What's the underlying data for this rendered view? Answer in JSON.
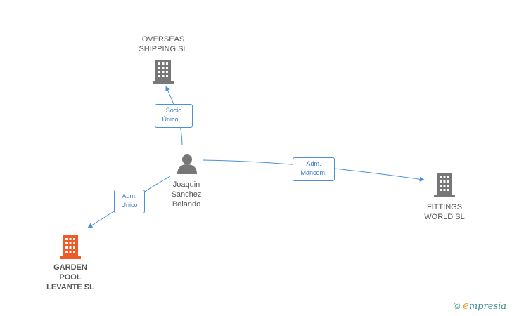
{
  "nodes": {
    "overseas": {
      "label": "OVERSEAS\nSHIPPING SL",
      "icon": "building-icon"
    },
    "person": {
      "label": "Joaquin\nSanchez\nBelando",
      "icon": "person-icon"
    },
    "fittings": {
      "label": "FITTINGS\nWORLD SL",
      "icon": "building-icon"
    },
    "garden": {
      "label": "GARDEN\nPOOL\nLEVANTE SL",
      "icon": "building-icon"
    }
  },
  "edges": {
    "socio": {
      "label": "Socio\nÚnico,..."
    },
    "adm_mancom": {
      "label": "Adm.\nMancom."
    },
    "adm_unico": {
      "label": "Adm.\nUnico"
    }
  },
  "colors": {
    "building": "#777777",
    "building_focus": "#f05a28",
    "person": "#777777",
    "edge": "#4a90d9"
  },
  "footer": {
    "copyright": "©",
    "brand_initial": "e",
    "brand_rest": "mpresia"
  }
}
